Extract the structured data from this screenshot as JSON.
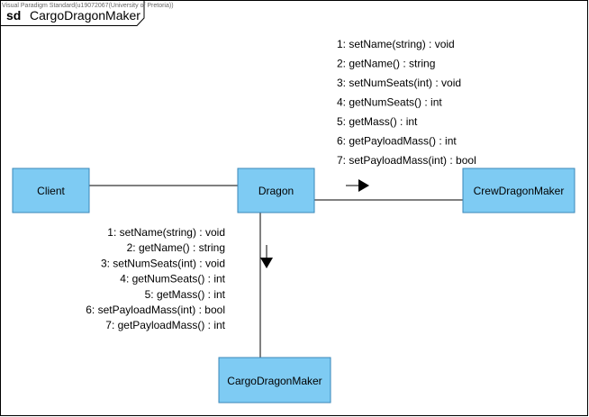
{
  "watermark": "Visual Paradigm Standard(u19072067(University of Pretoria))",
  "frame": {
    "keyword": "sd",
    "name": "CargoDragonMaker"
  },
  "objects": {
    "client": "Client",
    "dragon": "Dragon",
    "crew": "CrewDragonMaker",
    "cargo": "CargoDragonMaker"
  },
  "messages_to_crew": [
    "1: setName(string) : void",
    "2: getName() : string",
    "3: setNumSeats(int) : void",
    "4: getNumSeats() : int",
    "5: getMass() : int",
    "6: getPayloadMass() : int",
    "7: setPayloadMass(int) : bool"
  ],
  "messages_to_cargo": [
    "1: setName(string) : void",
    "2: getName() : string",
    "3: setNumSeats(int) : void",
    "4: getNumSeats() : int",
    "5: getMass() : int",
    "6: setPayloadMass(int) : bool",
    "7: getPayloadMass() : int"
  ],
  "colors": {
    "object_fill": "#7ecbf3",
    "object_stroke": "#3a87b8",
    "line": "#000000"
  }
}
